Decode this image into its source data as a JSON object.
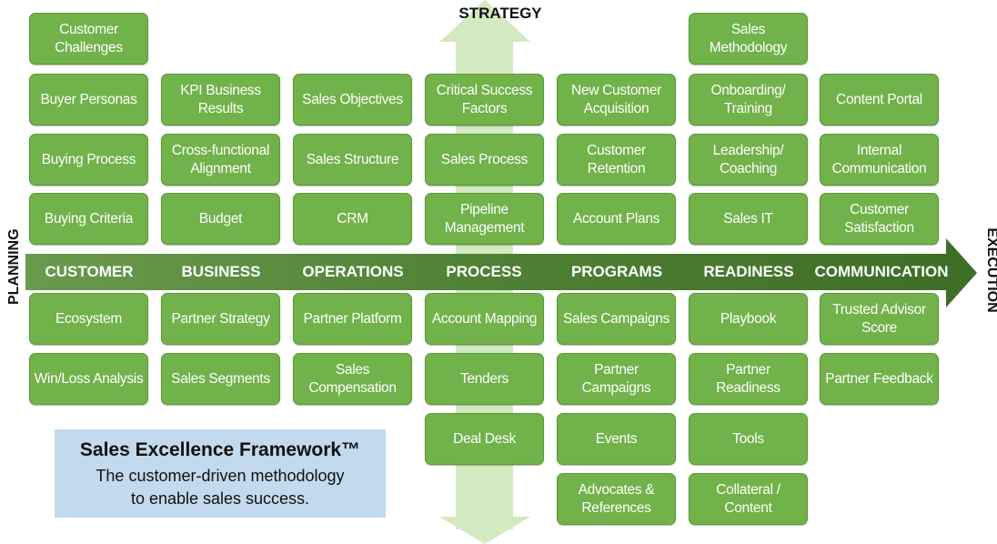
{
  "labels": {
    "strategy": "STRATEGY",
    "planning": "PLANNING",
    "execution": "EXECUTION"
  },
  "categories": [
    "CUSTOMER",
    "BUSINESS",
    "OPERATIONS",
    "PROCESS",
    "PROGRAMS",
    "READINESS",
    "COMMUNICATION"
  ],
  "columns": [
    {
      "above": [
        "Customer Challenges",
        "Buyer Personas",
        "Buying Process",
        "Buying Criteria"
      ],
      "below": [
        "Ecosystem",
        "Win/Loss Analysis"
      ]
    },
    {
      "above": [
        "KPI Business Results",
        "Cross-functional Alignment",
        "Budget"
      ],
      "below": [
        "Partner Strategy",
        "Sales Segments"
      ]
    },
    {
      "above": [
        "Sales Objectives",
        "Sales Structure",
        "CRM"
      ],
      "below": [
        "Partner Platform",
        "Sales Compensation"
      ]
    },
    {
      "above": [
        "Critical Success Factors",
        "Sales Process",
        "Pipeline Management"
      ],
      "below": [
        "Account Mapping",
        "Tenders",
        "Deal Desk"
      ]
    },
    {
      "above": [
        "New Customer Acquisition",
        "Customer Retention",
        "Account Plans"
      ],
      "below": [
        "Sales Campaigns",
        "Partner Campaigns",
        "Events",
        "Advocates & References"
      ]
    },
    {
      "above": [
        "Sales Methodology",
        "Onboarding/ Training",
        "Leadership/ Coaching",
        "Sales IT"
      ],
      "below": [
        "Playbook",
        "Partner Readiness",
        "Tools",
        "Collateral / Content"
      ]
    },
    {
      "above": [
        "Content Portal",
        "Internal Communication",
        "Customer Satisfaction"
      ],
      "below": [
        "Trusted Advisor Score",
        "Partner Feedback"
      ]
    }
  ],
  "legend": {
    "title": "Sales Excellence Framework™",
    "subtitle_line1": "The customer-driven methodology",
    "subtitle_line2": "to enable sales success."
  },
  "colors": {
    "box": "#71b24a",
    "arrow_dark": "#4f8135",
    "vertical_arrow": "#d3e9c1",
    "legend_bg": "#c3daee"
  }
}
